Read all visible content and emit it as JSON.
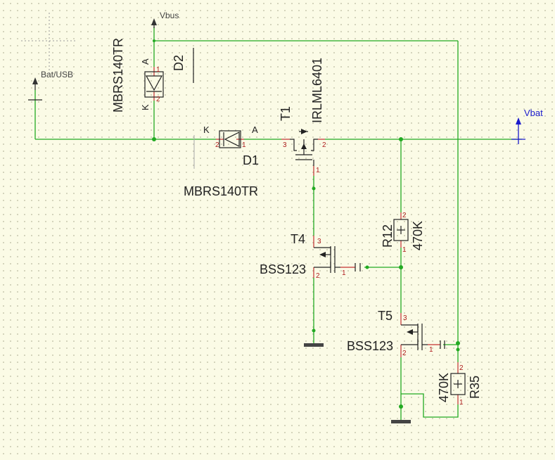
{
  "nets": {
    "vbus": "Vbus",
    "bat_usb": "Bat/USB",
    "vbat": "Vbat"
  },
  "components": {
    "D1": {
      "ref": "D1",
      "value": "MBRS140TR",
      "anode": "A",
      "cathode": "K",
      "pin1": "1",
      "pin2": "2"
    },
    "D2": {
      "ref": "D2",
      "value": "MBRS140TR",
      "anode": "A",
      "cathode": "K",
      "pin1": "1",
      "pin2": "2"
    },
    "T1": {
      "ref": "T1",
      "value": "IRLML6401",
      "pin1": "1",
      "pin2": "2",
      "pin3": "3"
    },
    "T4": {
      "ref": "T4",
      "value": "BSS123",
      "pin1": "1",
      "pin2": "2",
      "pin3": "3"
    },
    "T5": {
      "ref": "T5",
      "value": "BSS123",
      "pin1": "1",
      "pin2": "2",
      "pin3": "3"
    },
    "R12": {
      "ref": "R12",
      "value": "470K",
      "pin1": "1",
      "pin2": "2"
    },
    "R35": {
      "ref": "R35",
      "value": "470K",
      "pin1": "1",
      "pin2": "2"
    }
  },
  "colors": {
    "wire": "#22aa22",
    "component": "#222222",
    "pin": "#b02020",
    "net_vbat": "#1a1acc",
    "background": "#fbfbe6"
  }
}
